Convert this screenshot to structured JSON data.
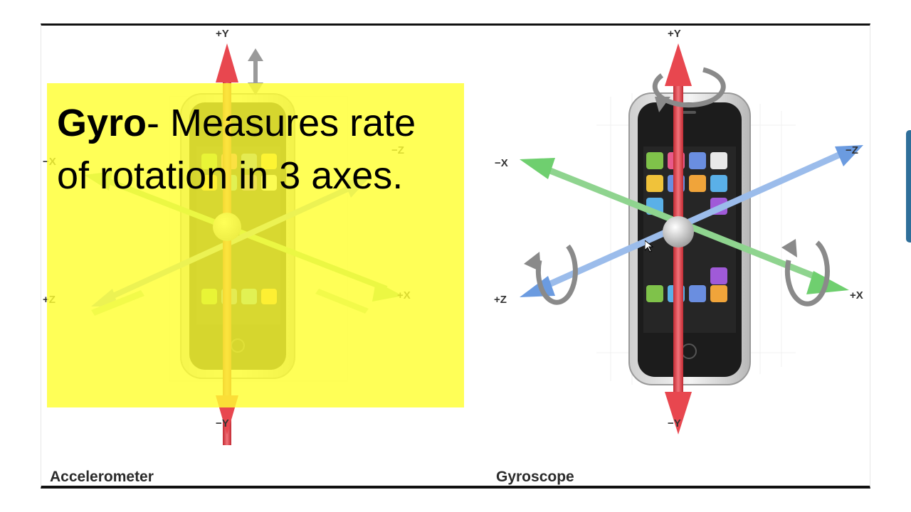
{
  "note": {
    "term": "Gyro",
    "description": "- Measures rate of rotation in 3 axes."
  },
  "left_diagram": {
    "caption": "Accelerometer",
    "axis_labels": {
      "pos_y": "+Y",
      "neg_y": "−Y",
      "neg_x": "−X",
      "pos_x": "+X",
      "neg_z": "−Z",
      "pos_z": "+Z"
    }
  },
  "right_diagram": {
    "caption": "Gyroscope",
    "axis_labels": {
      "pos_y": "+Y",
      "neg_y": "−Y",
      "neg_x": "−X",
      "pos_x": "+X",
      "neg_z": "−Z",
      "pos_z": "+Z"
    }
  },
  "colors": {
    "y_axis": "#e8474f",
    "x_axis": "#6fcf6f",
    "z_axis": "#6b9be0",
    "note_bg": "#ffff33",
    "phone_body": "#1c1c1c"
  }
}
